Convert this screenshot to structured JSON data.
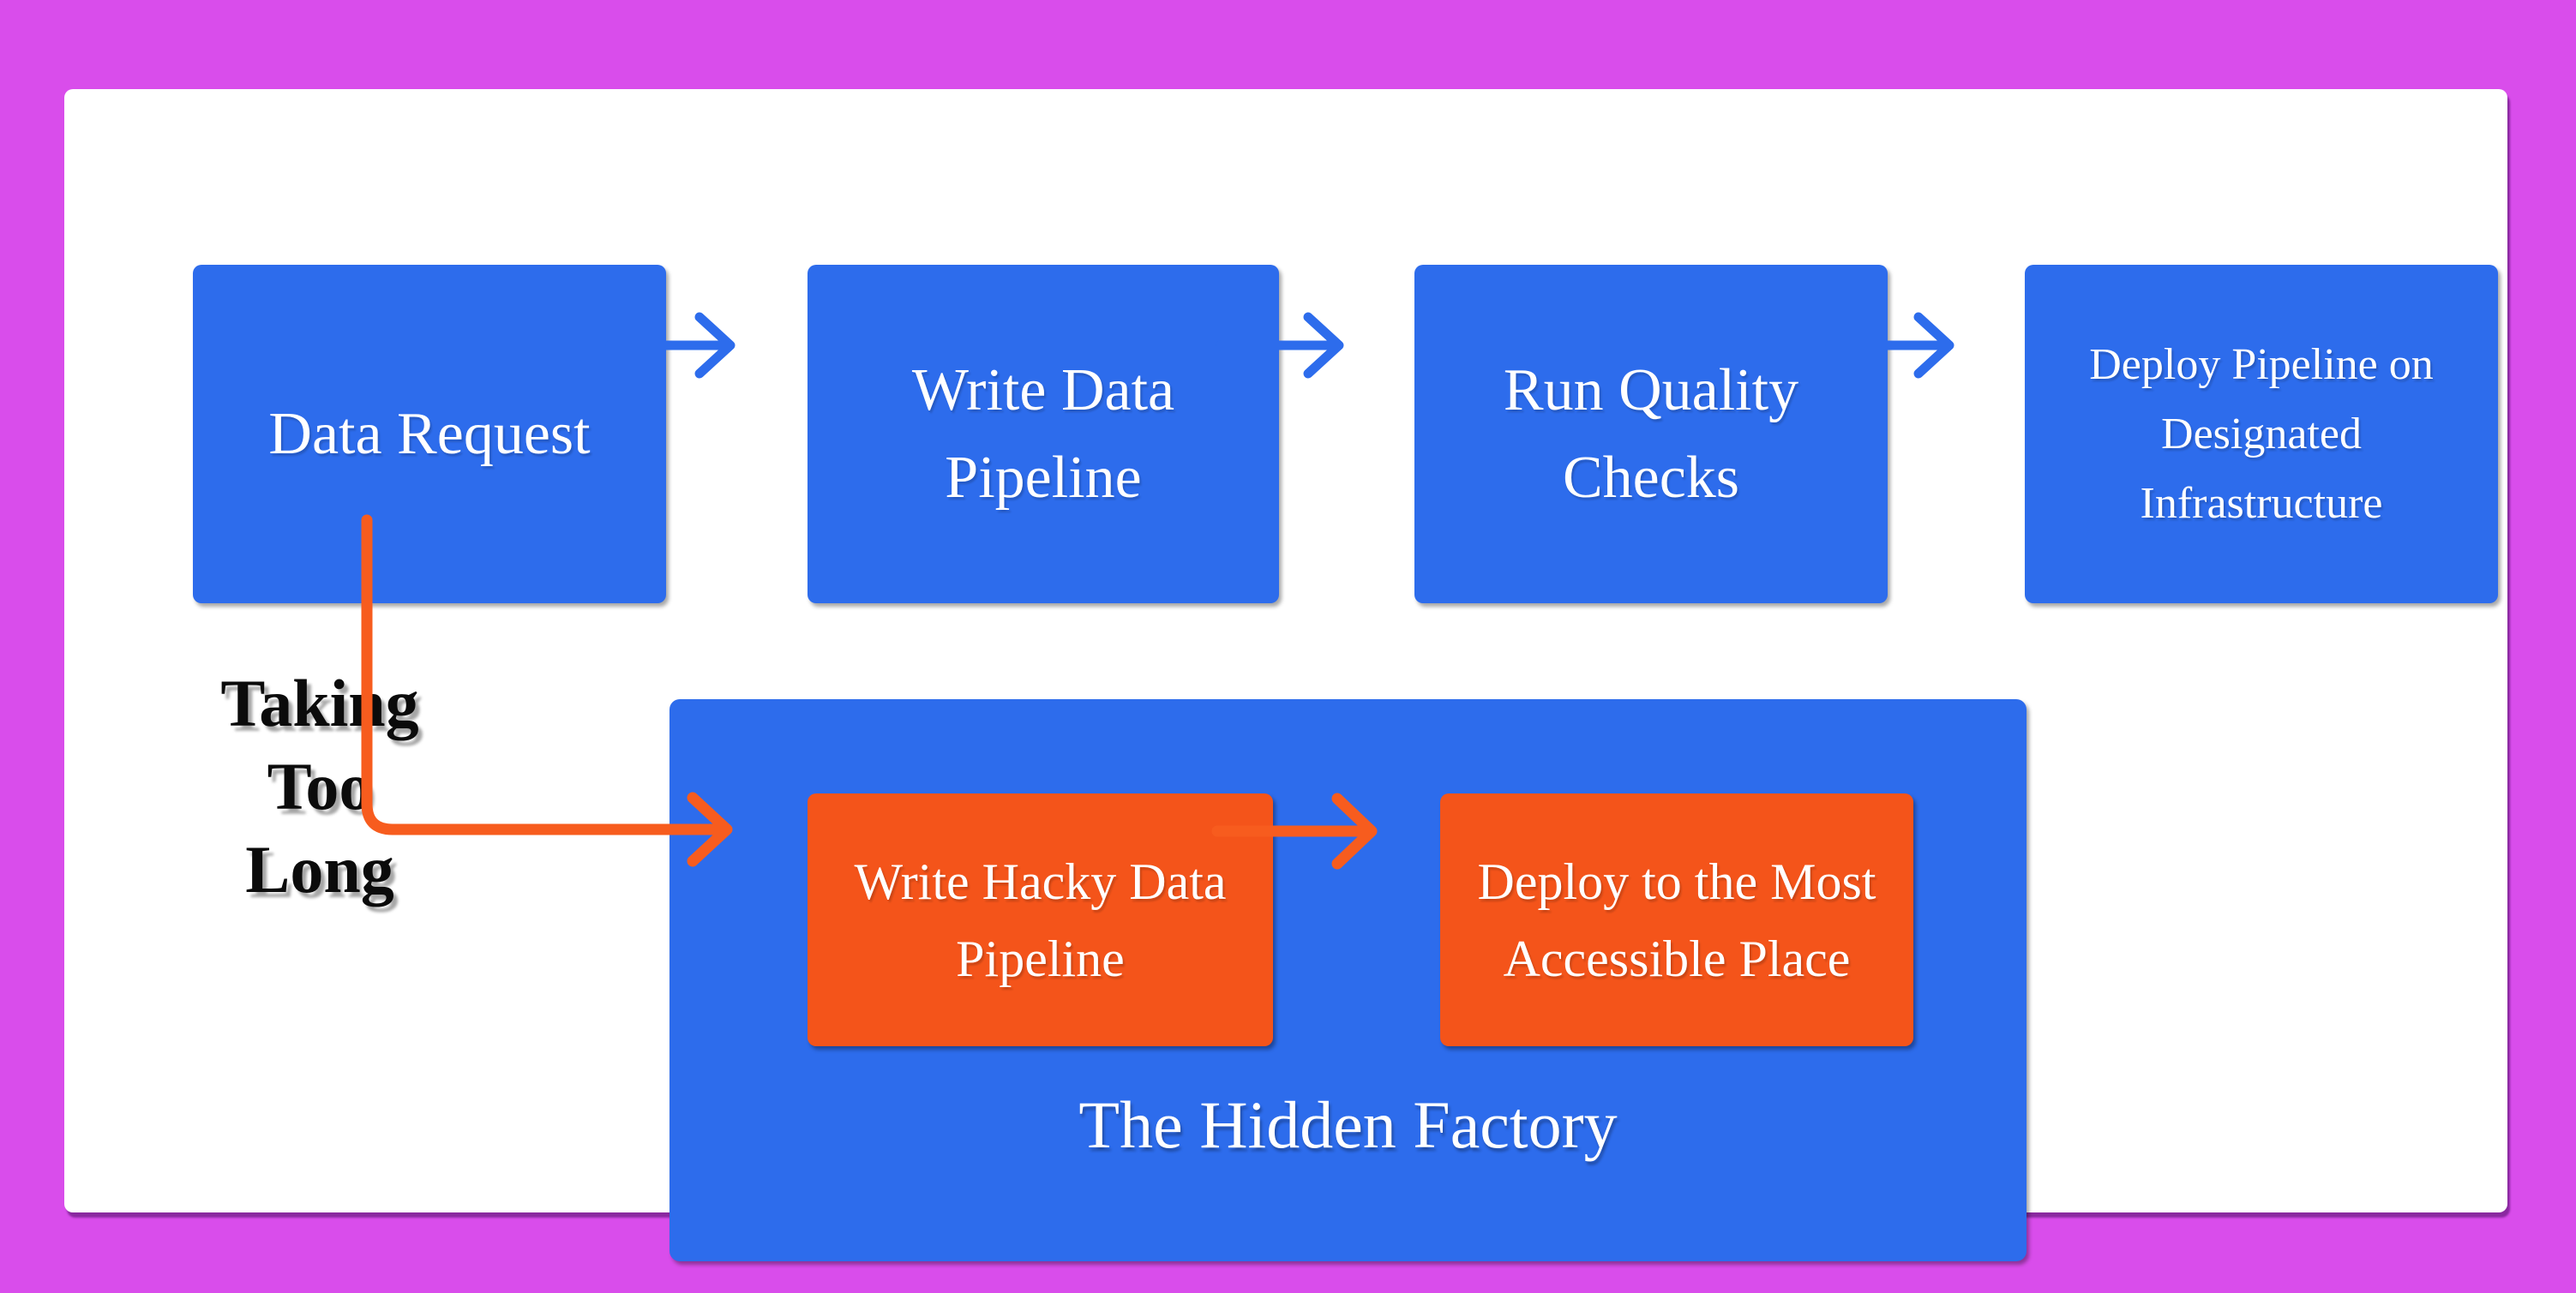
{
  "colors": {
    "frame_magenta": "#d94deb",
    "canvas_white": "#ffffff",
    "box_blue": "#2d6cec",
    "box_orange": "#f4541a",
    "arrow_blue": "#2d6cec",
    "arrow_orange": "#f75c1e",
    "text_white": "#ffffff",
    "text_black": "#0b0b0b"
  },
  "flow": {
    "main_path": [
      {
        "id": "data-request",
        "label": "Data Request"
      },
      {
        "id": "write-data-pipeline",
        "label": "Write Data Pipeline"
      },
      {
        "id": "run-quality-checks",
        "label": "Run Quality Checks"
      },
      {
        "id": "deploy-pipeline",
        "label": "Deploy Pipeline on Designated Infrastructure"
      }
    ],
    "branch_label": "Taking Too Long",
    "hidden_factory": {
      "caption": "The Hidden Factory",
      "steps": [
        {
          "id": "write-hacky-pipeline",
          "label": "Write Hacky Data Pipeline"
        },
        {
          "id": "deploy-accessible",
          "label": "Deploy to the Most Accessible Place"
        }
      ]
    },
    "connections": [
      {
        "from": "data-request",
        "to": "write-data-pipeline",
        "color": "blue"
      },
      {
        "from": "write-data-pipeline",
        "to": "run-quality-checks",
        "color": "blue"
      },
      {
        "from": "run-quality-checks",
        "to": "deploy-pipeline",
        "color": "blue"
      },
      {
        "from": "data-request",
        "to": "write-hacky-pipeline",
        "color": "orange"
      },
      {
        "from": "write-hacky-pipeline",
        "to": "deploy-accessible",
        "color": "orange"
      }
    ]
  }
}
